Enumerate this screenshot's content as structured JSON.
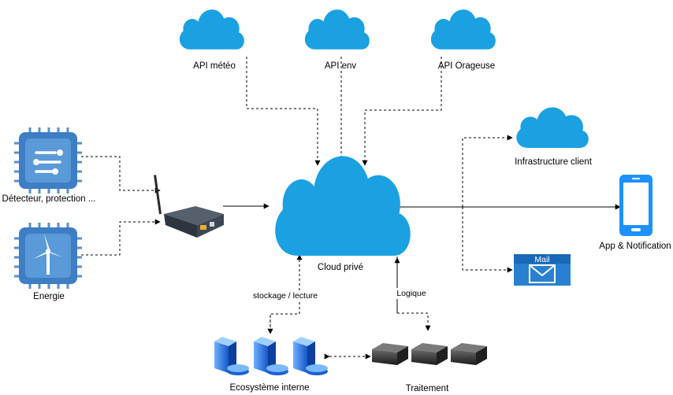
{
  "colors": {
    "cloud": "#1ba1e2",
    "chip": "#3d7ec4",
    "chip_inner": "#5a9ad8",
    "server": "#3d7ec4",
    "mail": "#2a80d0",
    "line": "#000000"
  },
  "nodes": {
    "api_meteo": "API météo",
    "api_env": "API env",
    "api_orageuse": "API Orageuse",
    "infra_client": "Infrastructure client",
    "detecteur": "Détecteur, protection ...",
    "energie": "Energie",
    "cloud_prive": "Cloud privé",
    "app_notification": "App & Notification",
    "mail_badge": "Mail",
    "ecosysteme": "Ecosystème interne",
    "traitement": "Traitement"
  },
  "edges": {
    "stockage": "stockage / lecture",
    "logique": "Logique"
  },
  "icons": {
    "sensor": "circuit-chip-icon",
    "energy": "wind-turbine-chip-icon",
    "router": "wifi-router-icon",
    "phone": "smartphone-icon",
    "mail": "mail-envelope-icon",
    "server": "server-database-icon",
    "processor": "server-box-icon"
  }
}
